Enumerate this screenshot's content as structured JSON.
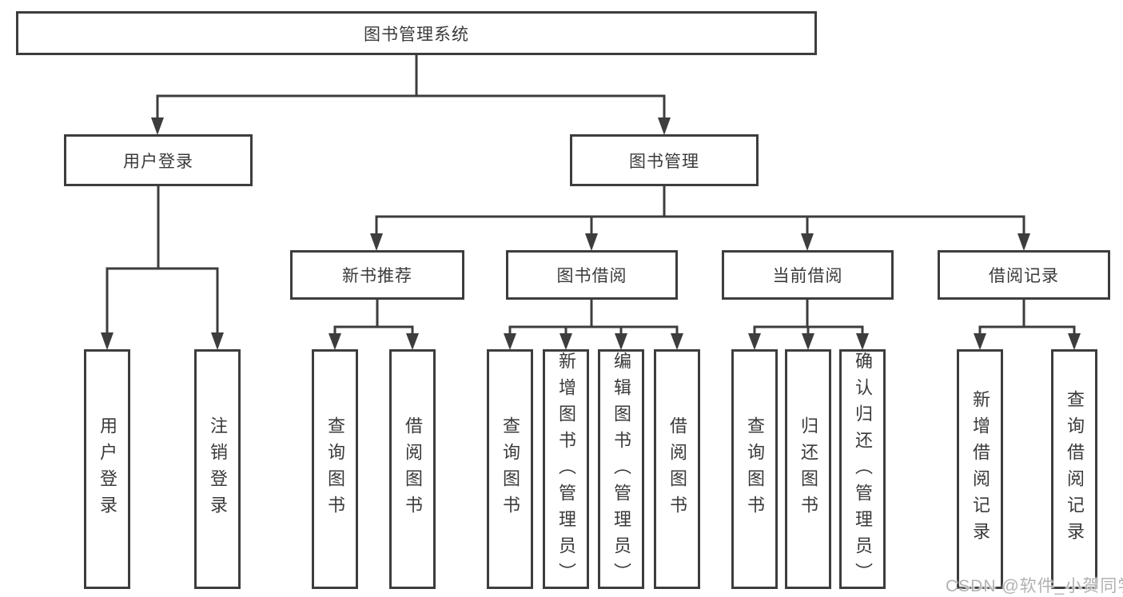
{
  "diagram": {
    "root": {
      "label": "图书管理系统"
    },
    "level2": {
      "user_login": {
        "label": "用户登录"
      },
      "book_management": {
        "label": "图书管理"
      }
    },
    "level3": {
      "new_book_recommend": {
        "label": "新书推荐"
      },
      "book_borrowing": {
        "label": "图书借阅"
      },
      "current_borrowing": {
        "label": "当前借阅"
      },
      "borrowing_records": {
        "label": "借阅记录"
      }
    },
    "leaves": {
      "login_user_login": {
        "label": "用户登录"
      },
      "login_logout": {
        "label": "注销登录"
      },
      "rec_query_books": {
        "label": "查询图书"
      },
      "rec_borrow_books": {
        "label": "借阅图书"
      },
      "bor_query_books": {
        "label": "查询图书"
      },
      "bor_add_books": {
        "label": "新增图书（管理员）"
      },
      "bor_edit_books": {
        "label": "编辑图书（管理员）"
      },
      "bor_borrow_books": {
        "label": "借阅图书"
      },
      "cur_query_books": {
        "label": "查询图书"
      },
      "cur_return_books": {
        "label": "归还图书"
      },
      "cur_confirm_return": {
        "label": "确认归还（管理员）"
      },
      "rcd_add_record": {
        "label": "新增借阅记录"
      },
      "rcd_query_record": {
        "label": "查询借阅记录"
      }
    },
    "watermark": "CSDN @软件_小贺同学",
    "colors": {
      "line": "#3d3d3d",
      "text": "#3a3a3a",
      "background": "#ffffff",
      "watermark_text": "#b2b2b2"
    }
  }
}
